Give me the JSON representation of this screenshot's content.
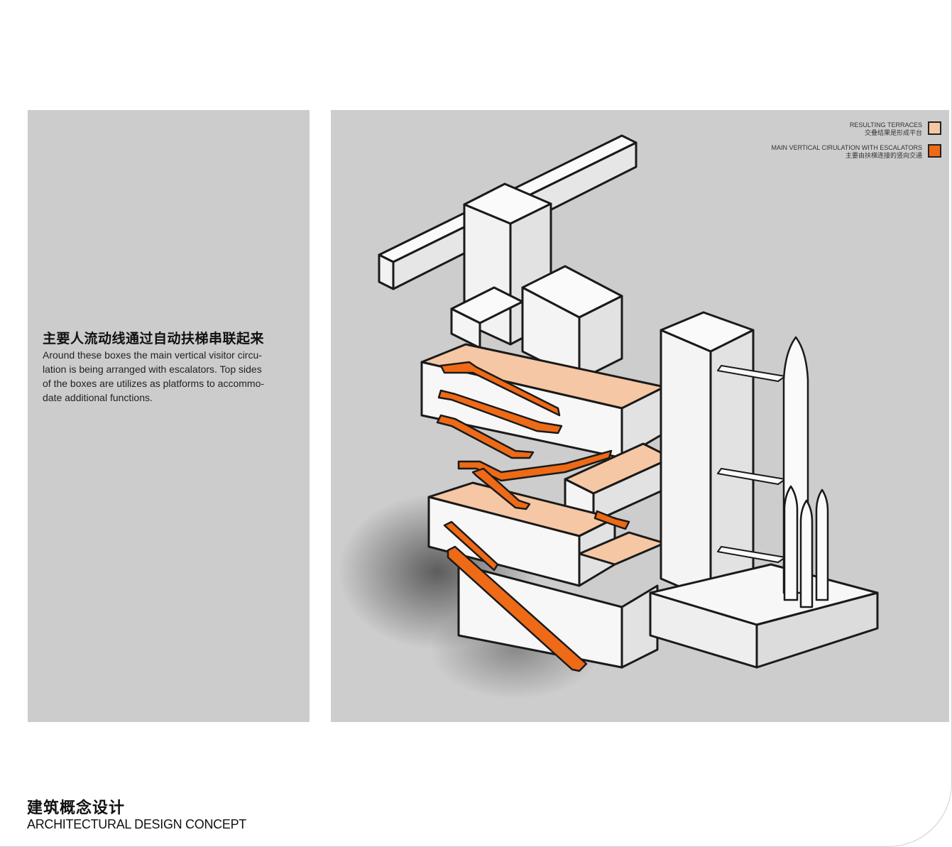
{
  "concept": {
    "heading_cn": "主要人流动线通过自动扶梯串联起来",
    "description_lines": [
      "Around these boxes the main vertical visitor circu-",
      "lation is being arranged with escalators. Top sides",
      "of the boxes are utilizes as platforms to accommo-",
      "date additional functions."
    ]
  },
  "legend": {
    "items": [
      {
        "label_en": "RESULTING TERRACES",
        "label_cn": "交叠结果是形成平台",
        "color": "#f6c7a4"
      },
      {
        "label_en": "MAIN VERTICAL CIRULATION WITH ESCALATORS",
        "label_cn": "主要由扶梯连接的竖向交通",
        "color": "#ee6a16"
      }
    ]
  },
  "colors": {
    "panel_gray": "#cccccc",
    "box_white": "#f7f7f7",
    "box_shade": "#e2e2e2",
    "terrace": "#f6c7a4",
    "escalator": "#ee6a16",
    "outline": "#1a1a1a"
  },
  "footer": {
    "title_cn": "建筑概念设计",
    "title_en": "ARCHITECTURAL DESIGN CONCEPT"
  }
}
